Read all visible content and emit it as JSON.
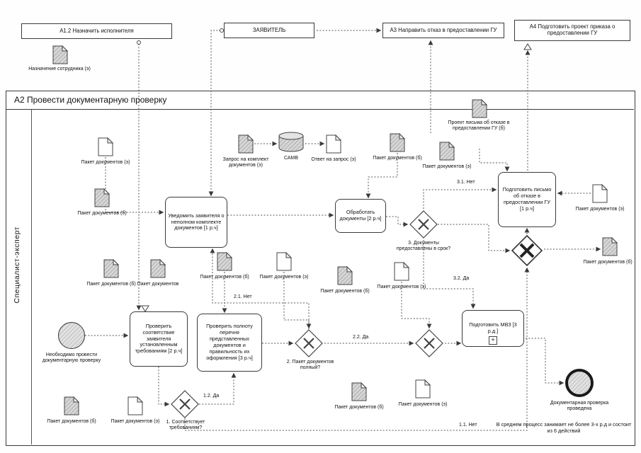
{
  "external_boxes": {
    "a12": "A1.2 Назначить исполнителя",
    "applicant": "ЗАЯВИТЕЛЬ",
    "a3": "A3 Направить отказ в предоставлении ГУ",
    "a4": "A4 Подготовить проект приказа о предоставлении ГУ"
  },
  "pool": {
    "title": "A2 Провести документарную проверку",
    "lane_label": "Специалист-эксперт"
  },
  "events": {
    "start_label": "Необходимо провести документарную проверку",
    "end_label": "Документарная проверка проведена"
  },
  "tasks": {
    "notify": "Уведомить заявителя о неполном комплекте документов [1 р.ч]",
    "process_docs": "Обработать документы [2 р.ч]",
    "check_applicant": "Проверить соответствие заявителя установленным требованиям [2 р.ч]",
    "check_completeness": "Проверить полноту перечня представленных документов и правильность их оформления [3 р.ч]",
    "prepare_refusal": "Подготовить письмо об отказе в предоставлении ГУ [1 р.ч]",
    "prepare_mvz": "Подготовить МВЗ [3 р.д.]",
    "subprocess_marker": "+"
  },
  "gateways": {
    "g1_label": "1. Соответствует требованиям?",
    "g2_label": "2. Пакет документов полный?",
    "g3_label": "3. Документы предоставлены в срок?"
  },
  "flow_labels": {
    "l11": "1.1. Нет",
    "l12": "1.2. Да",
    "l21": "2.1. Нет",
    "l22": "2.2. Да",
    "l31": "3.1. Нет",
    "l32": "3.2. Да"
  },
  "datastore": {
    "label": "САМВ"
  },
  "documents": [
    {
      "label": "Назначение сотрудника (э)"
    },
    {
      "label": "Пакет документов (э)"
    },
    {
      "label": "Пакет документов (б)"
    },
    {
      "label": "Запрос на комплект документов (э)"
    },
    {
      "label": "Ответ на запрос (э)"
    },
    {
      "label": "Пакет документов (б)"
    },
    {
      "label": "Пакет документов (э)"
    },
    {
      "label": "Проект письма об отказе в предоставлении ГУ (б)"
    },
    {
      "label": "Пакет документов (э)"
    },
    {
      "label": "Пакет документов (б)"
    },
    {
      "label": "Пакет документов (б)"
    },
    {
      "label": "Пакет документов"
    },
    {
      "label": "Пакет документов (б)"
    },
    {
      "label": "Пакет документов (э)"
    },
    {
      "label": "Пакет документов (б)"
    },
    {
      "label": "Пакет документов (э)"
    },
    {
      "label": "Пакет документов (б)"
    },
    {
      "label": "Пакет документов (э)"
    },
    {
      "label": "Пакет документов (б)"
    },
    {
      "label": "Пакет документов (э)"
    }
  ],
  "note": "В среднем процесс занимает не более 3-х р.д и состоит из 6 действий"
}
